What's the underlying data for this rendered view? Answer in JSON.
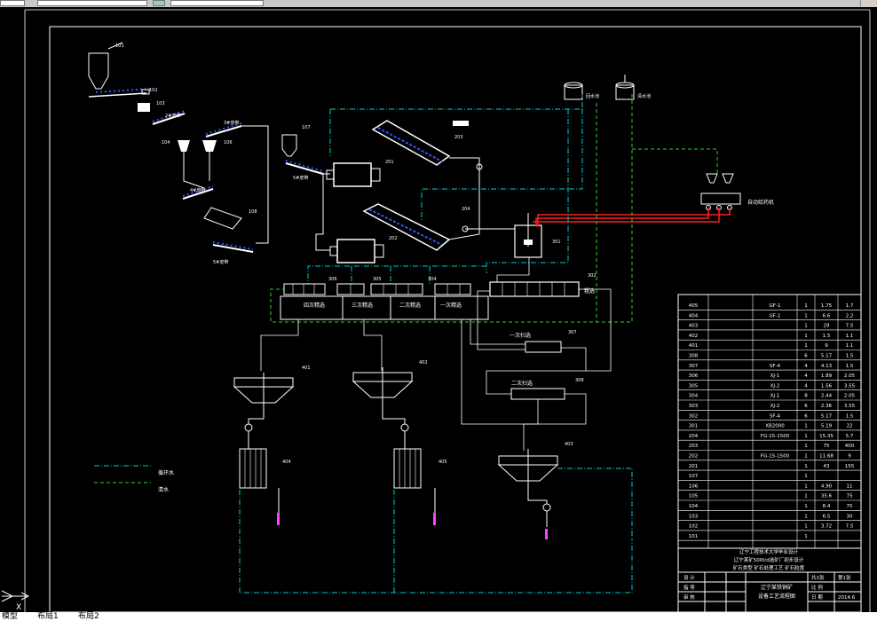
{
  "window": {
    "title_fields": [
      "",
      ""
    ],
    "layout_tabs": [
      "模型",
      "布局1",
      "布局2"
    ]
  },
  "colors": {
    "background": "#000000",
    "lines": "#ffffff",
    "cyan_dash": "#00cccc",
    "green_dash": "#33cc33",
    "red": "#ff2020",
    "magenta": "#ff40ff",
    "blue_dots": "#3355ff"
  },
  "equipment_labels": {
    "bin": "101",
    "feeder1": "102",
    "feeder2": "103",
    "crusher1": "104",
    "crusher2": "106",
    "conveyor2": "2#皮带",
    "conveyor3": "3#皮带",
    "conveyor4": "4#皮带",
    "conveyor5": "5#皮带",
    "screen": "108",
    "bin2": "107",
    "mill1": "201",
    "mill2": "202",
    "classifier1": "203",
    "classifier2": "204",
    "tank_water": "回水池",
    "tank_fresh": "清水池",
    "agitator": "301",
    "reagent_feeder": "自动给药机",
    "cell_rough": "302",
    "flot_304": "304",
    "flot_305": "305",
    "flot_306": "306",
    "flot_307": "307",
    "flot_308": "308",
    "thick401": "401",
    "thick402": "402",
    "thick403": "403",
    "filter404": "404",
    "filter405": "405"
  },
  "flotation_texts": {
    "rougher": "粗选",
    "clean3": "四次精选",
    "clean2": "三次精选",
    "clean1b": "二次精选",
    "clean1": "一次精选",
    "scav1": "一次扫选",
    "scav2": "二次扫选"
  },
  "legend": {
    "cyan": "循环水",
    "green": "清水"
  },
  "equipment_table": [
    {
      "no": "405",
      "name": "",
      "model": "GF-1",
      "qty": "1",
      "power": "1.75",
      "total": "1.7"
    },
    {
      "no": "404",
      "name": "",
      "model": "GF-1",
      "qty": "1",
      "power": "6.6",
      "total": "2.2"
    },
    {
      "no": "403",
      "name": "",
      "model": "",
      "qty": "1",
      "power": "29",
      "total": "7.5"
    },
    {
      "no": "402",
      "name": "",
      "model": "",
      "qty": "1",
      "power": "1.5",
      "total": "1.1"
    },
    {
      "no": "401",
      "name": "",
      "model": "",
      "qty": "1",
      "power": "9",
      "total": "1.1"
    },
    {
      "no": "308",
      "name": "",
      "model": "",
      "qty": "6",
      "power": "5.17",
      "total": "1.5"
    },
    {
      "no": "307",
      "name": "",
      "model": "SF-4",
      "qty": "4",
      "power": "4.13",
      "total": "1.5"
    },
    {
      "no": "306",
      "name": "",
      "model": "XJ-1",
      "qty": "4",
      "power": "1.89",
      "total": "2.05"
    },
    {
      "no": "305",
      "name": "",
      "model": "XJ-2",
      "qty": "4",
      "power": "1.56",
      "total": "3.55"
    },
    {
      "no": "304",
      "name": "",
      "model": "XJ-1",
      "qty": "8",
      "power": "2.44",
      "total": "2.05"
    },
    {
      "no": "303",
      "name": "",
      "model": "XJ-2",
      "qty": "6",
      "power": "2.36",
      "total": "3.55"
    },
    {
      "no": "302",
      "name": "",
      "model": "SF-4",
      "qty": "6",
      "power": "5.17",
      "total": "1.5"
    },
    {
      "no": "301",
      "name": "",
      "model": "XB2000",
      "qty": "1",
      "power": "5.19",
      "total": "22"
    },
    {
      "no": "204",
      "name": "",
      "model": "FG-15-1500",
      "qty": "1",
      "power": "15.35",
      "total": "5.7"
    },
    {
      "no": "203",
      "name": "",
      "model": "",
      "qty": "1",
      "power": "75",
      "total": "400"
    },
    {
      "no": "202",
      "name": "",
      "model": "FG-15-1500",
      "qty": "1",
      "power": "11.68",
      "total": "9"
    },
    {
      "no": "201",
      "name": "",
      "model": "",
      "qty": "1",
      "power": "43",
      "total": "155"
    },
    {
      "no": "107",
      "name": "",
      "model": "",
      "qty": "1",
      "power": "",
      "total": ""
    },
    {
      "no": "106",
      "name": "",
      "model": "",
      "qty": "1",
      "power": "4.90",
      "total": "11"
    },
    {
      "no": "105",
      "name": "",
      "model": "",
      "qty": "1",
      "power": "35.6",
      "total": "75"
    },
    {
      "no": "104",
      "name": "",
      "model": "",
      "qty": "1",
      "power": "8.4",
      "total": "75"
    },
    {
      "no": "103",
      "name": "",
      "model": "",
      "qty": "1",
      "power": "6.5",
      "total": "30"
    },
    {
      "no": "102",
      "name": "",
      "model": "",
      "qty": "1",
      "power": "3.72",
      "total": "7.5"
    },
    {
      "no": "101",
      "name": "",
      "model": "",
      "qty": "1",
      "power": "",
      "total": ""
    }
  ],
  "title_block": {
    "line1": "辽宁工程技术大学毕业设计",
    "line2": "辽宁某矿500t/d选矿厂初步设计",
    "line3": "矿石类型   矿石处理工艺   矿石粒度",
    "design": "设  计",
    "check": "指  导",
    "review": "审  核",
    "drawing_name_1": "辽宁某铁铜矿",
    "drawing_name_2": "设备工艺流程图",
    "sheet_label": "共1张",
    "sheet_no": "第1张",
    "scale_label": "比 例",
    "date_label": "日 期",
    "date_value": "2014.6"
  }
}
